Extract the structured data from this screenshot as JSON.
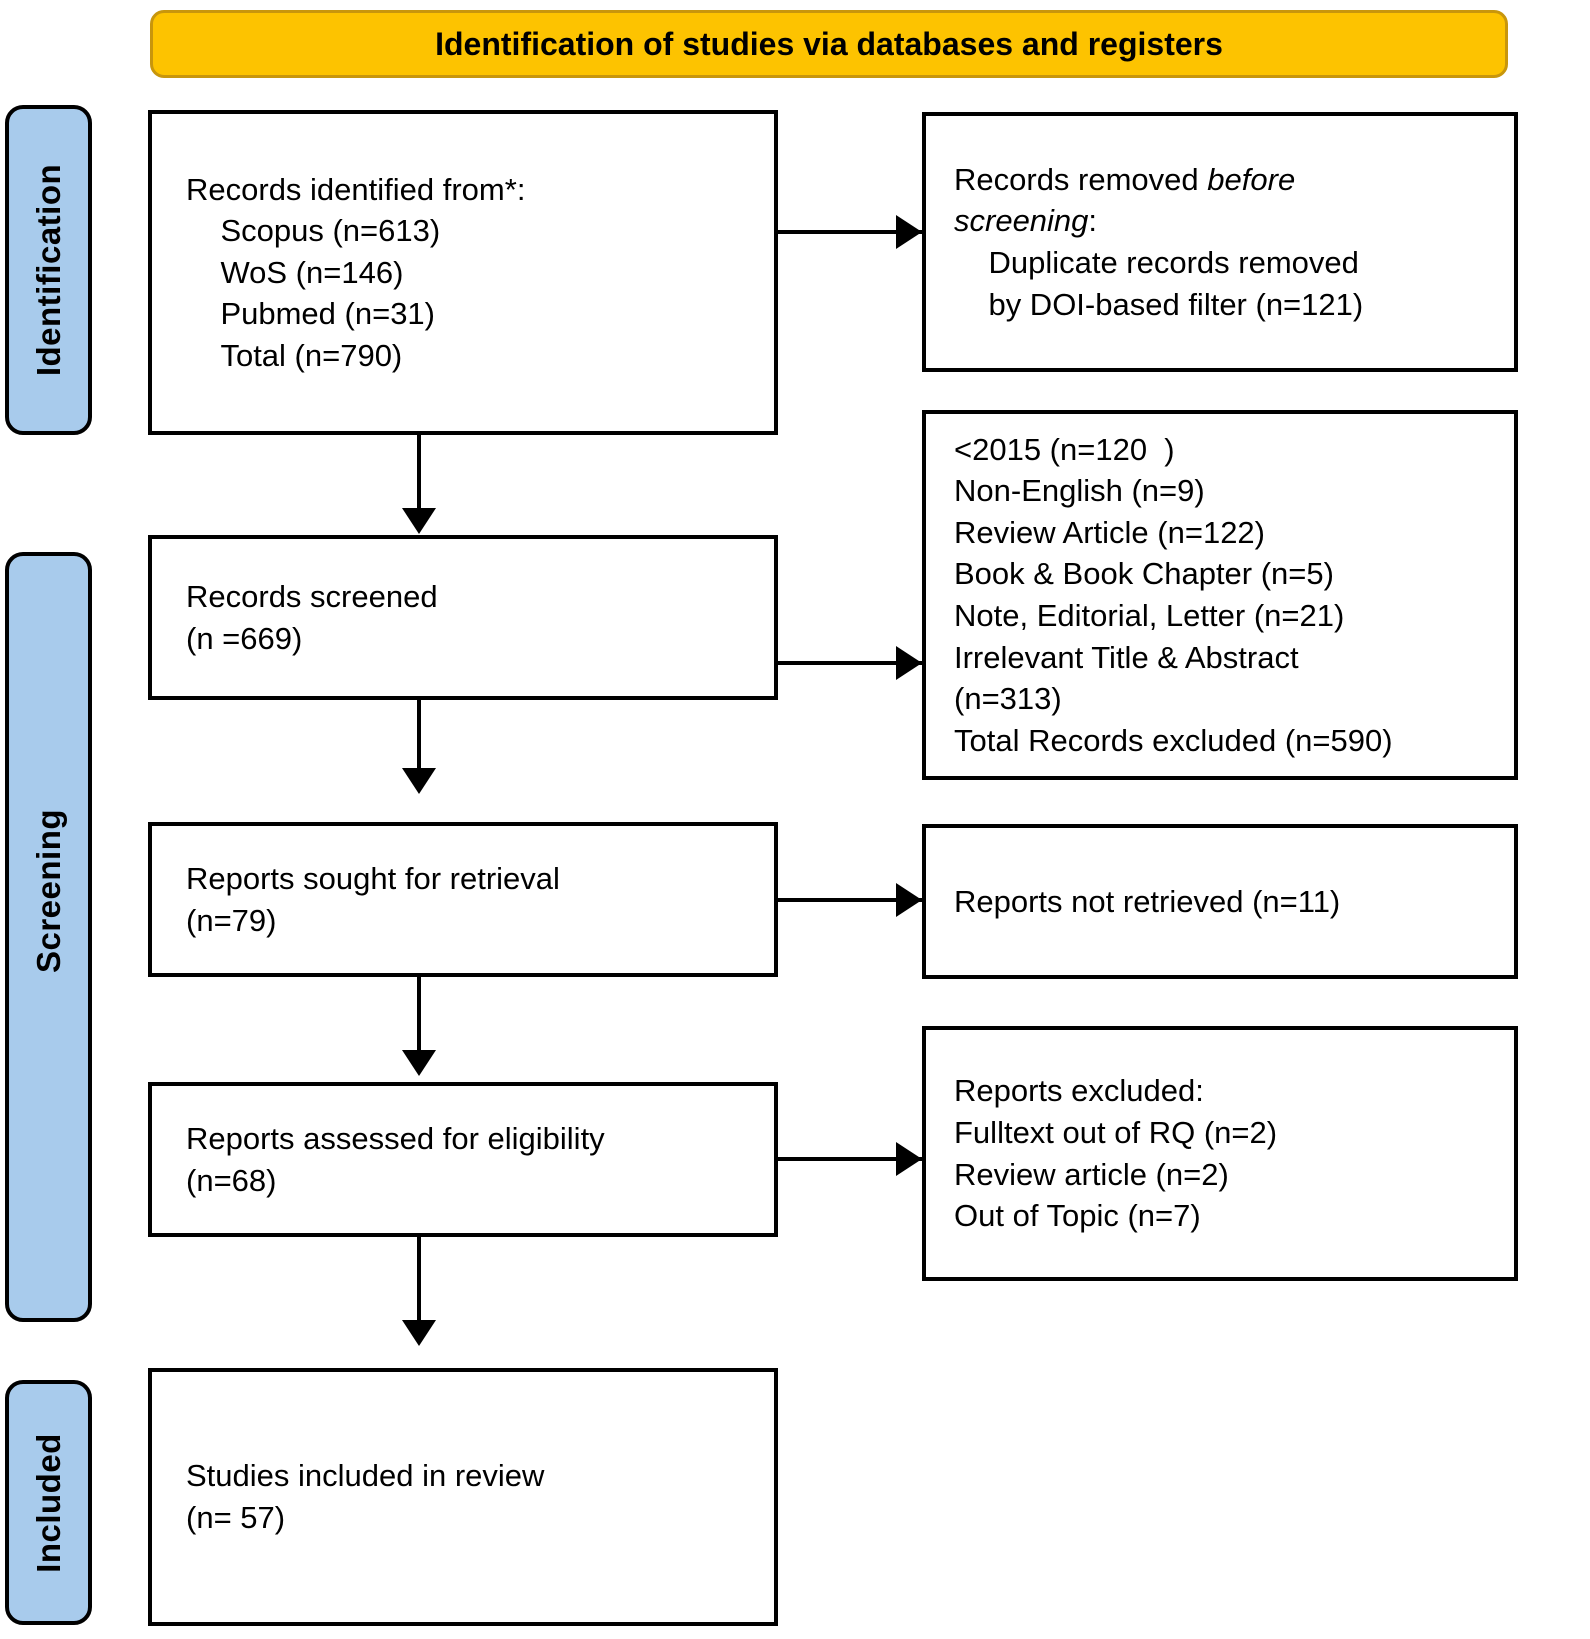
{
  "header": {
    "title": "Identification of studies via databases and registers",
    "fill_color": "#FDC300",
    "border_color": "#C8960C"
  },
  "stages": [
    {
      "id": "identification",
      "label": "Identification",
      "fill_color": "#A8CBEC"
    },
    {
      "id": "screening",
      "label": "Screening",
      "fill_color": "#A8CBEC"
    },
    {
      "id": "included",
      "label": "Included",
      "fill_color": "#A8CBEC"
    }
  ],
  "boxes": {
    "records_identified": {
      "name": "Records identified",
      "line1": "Records identified from*:",
      "line2": "    Scopus (n=613)",
      "line3": "    WoS (n=146)",
      "line4": "    Pubmed (n=31)",
      "line5": "    Total (n=790)"
    },
    "records_removed": {
      "name": "Records removed before screening",
      "line1_a": "Records removed ",
      "line1_b": "before",
      "line2_a": "screening",
      "line2_b": ":",
      "line3": "    Duplicate records removed",
      "line4": "    by DOI-based filter (n=121)"
    },
    "records_screened": {
      "name": "Records screened",
      "line1": "Records screened",
      "line2": "(n =669)"
    },
    "records_excluded": {
      "name": "Records excluded",
      "line1": "<2015 (n=120  )",
      "line2": "Non-English (n=9)",
      "line3": "Review Article (n=122)",
      "line4": "Book & Book Chapter (n=5)",
      "line5": "Note, Editorial, Letter (n=21)",
      "line6": "Irrelevant Title & Abstract",
      "line7": "(n=313)",
      "line8": "Total Records excluded (n=590)"
    },
    "reports_sought": {
      "name": "Reports sought for retrieval",
      "line1": "Reports sought for retrieval",
      "line2": "(n=79)"
    },
    "reports_not_retrieved": {
      "name": "Reports not retrieved",
      "line1": "Reports not retrieved (n=11)"
    },
    "reports_assessed": {
      "name": "Reports assessed for eligibility",
      "line1": "Reports assessed for eligibility",
      "line2": "(n=68)"
    },
    "reports_excluded": {
      "name": "Reports excluded",
      "line1": "Reports excluded:",
      "line2": "Fulltext out of RQ (n=2)",
      "line3": "Review article (n=2)",
      "line4": "Out of Topic (n=7)"
    },
    "studies_included": {
      "name": "Studies included in review",
      "line1": "Studies included in review",
      "line2": "(n= 57)"
    }
  },
  "chart_data": {
    "type": "diagram",
    "diagram_kind": "PRISMA 2020 flow diagram",
    "title": "Identification of studies via databases and registers",
    "stages": [
      "Identification",
      "Screening",
      "Included"
    ],
    "nodes": [
      {
        "id": "records_identified",
        "stage": "Identification",
        "column": "left",
        "label": "Records identified from*",
        "counts": {
          "Scopus": 613,
          "WoS": 146,
          "Pubmed": 31,
          "Total": 790
        }
      },
      {
        "id": "records_removed",
        "stage": "Identification",
        "column": "right",
        "label": "Records removed before screening",
        "counts": {
          "Duplicate records removed by DOI-based filter": 121
        }
      },
      {
        "id": "records_screened",
        "stage": "Screening",
        "column": "left",
        "label": "Records screened",
        "n": 669
      },
      {
        "id": "records_excluded",
        "stage": "Screening",
        "column": "right",
        "label": "Records excluded",
        "counts": {
          "<2015": 120,
          "Non-English": 9,
          "Review Article": 122,
          "Book & Book Chapter": 5,
          "Note, Editorial, Letter": 21,
          "Irrelevant Title & Abstract": 313,
          "Total Records excluded": 590
        }
      },
      {
        "id": "reports_sought",
        "stage": "Screening",
        "column": "left",
        "label": "Reports sought for retrieval",
        "n": 79
      },
      {
        "id": "reports_not_retrieved",
        "stage": "Screening",
        "column": "right",
        "label": "Reports not retrieved",
        "n": 11
      },
      {
        "id": "reports_assessed",
        "stage": "Screening",
        "column": "left",
        "label": "Reports assessed for eligibility",
        "n": 68
      },
      {
        "id": "reports_excluded",
        "stage": "Screening",
        "column": "right",
        "label": "Reports excluded",
        "counts": {
          "Fulltext out of RQ": 2,
          "Review article": 2,
          "Out of Topic": 7
        }
      },
      {
        "id": "studies_included",
        "stage": "Included",
        "column": "left",
        "label": "Studies included in review",
        "n": 57
      }
    ],
    "edges": [
      {
        "from": "records_identified",
        "to": "records_removed",
        "direction": "right"
      },
      {
        "from": "records_identified",
        "to": "records_screened",
        "direction": "down"
      },
      {
        "from": "records_screened",
        "to": "records_excluded",
        "direction": "right"
      },
      {
        "from": "records_screened",
        "to": "reports_sought",
        "direction": "down"
      },
      {
        "from": "reports_sought",
        "to": "reports_not_retrieved",
        "direction": "right"
      },
      {
        "from": "reports_sought",
        "to": "reports_assessed",
        "direction": "down"
      },
      {
        "from": "reports_assessed",
        "to": "reports_excluded",
        "direction": "right"
      },
      {
        "from": "reports_assessed",
        "to": "studies_included",
        "direction": "down"
      }
    ]
  }
}
